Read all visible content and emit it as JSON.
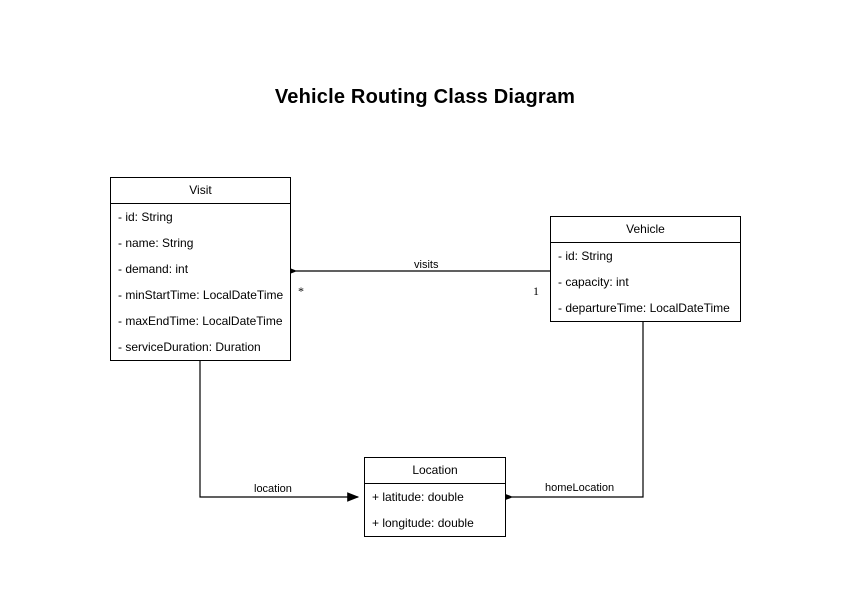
{
  "title": "Vehicle Routing Class Diagram",
  "colors": {
    "background": "#ffffff",
    "stroke": "#000000",
    "text": "#000000",
    "box_fill": "#ffffff"
  },
  "classes": [
    {
      "id": "visit",
      "name": "Visit",
      "attributes": [
        "- id: String",
        "- name: String",
        "- demand: int",
        "- minStartTime: LocalDateTime",
        "- maxEndTime: LocalDateTime",
        "- serviceDuration: Duration"
      ]
    },
    {
      "id": "vehicle",
      "name": "Vehicle",
      "attributes": [
        "- id: String",
        "- capacity: int",
        "- departureTime: LocalDateTime"
      ]
    },
    {
      "id": "location",
      "name": "Location",
      "attributes": [
        "+ latitude: double",
        "+ longitude: double"
      ]
    }
  ],
  "relationships": [
    {
      "id": "visits",
      "label": "visits",
      "from": "Vehicle",
      "to": "Visit",
      "source_multiplicity": "1",
      "target_multiplicity": "*",
      "arrow": "open-arrow-at-target"
    },
    {
      "id": "location",
      "label": "location",
      "from": "Visit",
      "to": "Location",
      "source_multiplicity": "",
      "target_multiplicity": "",
      "arrow": "filled-arrow-at-target"
    },
    {
      "id": "homeLocation",
      "label": "homeLocation",
      "from": "Vehicle",
      "to": "Location",
      "source_multiplicity": "",
      "target_multiplicity": "",
      "arrow": "filled-arrow-at-target"
    }
  ]
}
